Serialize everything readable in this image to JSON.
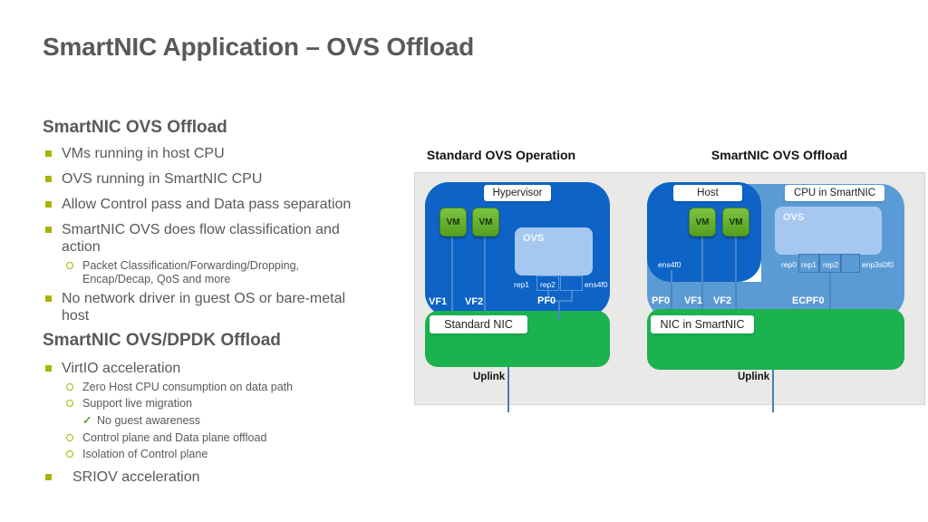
{
  "slide": {
    "title": "SmartNIC Application – OVS Offload"
  },
  "left": {
    "items": [
      {
        "text": "SmartNIC OVS Offload"
      },
      {
        "text": "VMs running in host CPU"
      },
      {
        "text": "OVS running in SmartNIC CPU"
      },
      {
        "text": "Allow Control pass and Data pass separation"
      },
      {
        "text": "SmartNIC OVS does flow classification and\naction"
      },
      {
        "text": "Packet Classification/Forwarding/Dropping,\nEncap/Decap, QoS and more"
      },
      {
        "text": "No network driver in guest OS or bare-metal\nhost"
      },
      {
        "text": "SmartNIC OVS/DPDK Offload"
      },
      {
        "text": "VirtIO acceleration"
      },
      {
        "text": "Zero Host CPU consumption on data path"
      },
      {
        "text": "Support live migration"
      },
      {
        "text": "No guest awareness",
        "check": "✓"
      },
      {
        "text": "Control plane and Data plane offload"
      },
      {
        "text": "Isolation of Control plane"
      },
      {
        "text": "SRIOV acceleration"
      }
    ]
  },
  "diagrams": {
    "left": {
      "header": "Standard OVS Operation",
      "hypervisor_label": "Hypervisor",
      "vm1": "VM",
      "vm2": "VM",
      "ovs_label": "OVS",
      "rep1": "rep1",
      "rep2": "rep2",
      "ens4f0": "ens4f0",
      "vf1": "VF1",
      "vf2": "VF2",
      "pf0": "PF0",
      "nic_label": "Standard NIC",
      "uplink": "Uplink"
    },
    "right": {
      "header": "SmartNIC OVS Offload",
      "host_label": "Host",
      "cpu_label": "CPU in SmartNIC",
      "vm1": "VM",
      "vm2": "VM",
      "ovs_label": "OVS",
      "ens4f0": "ens4f0",
      "rep0": "rep0",
      "rep1": "rep1",
      "rep2": "rep2",
      "enp3s0f0": "enp3s0f0",
      "pf0": "PF0",
      "vf1": "VF1",
      "vf2": "VF2",
      "ecpf0": "ECPF0",
      "nic_label": "NIC in SmartNIC",
      "uplink": "Uplink"
    }
  },
  "colors": {
    "dark_blue": "#0d63c6",
    "medium_blue": "#5b9bd5",
    "light_blue": "#a6c8f0",
    "nic_green": "#1cb24f",
    "vm_green": "#55a01f",
    "bullet_olive": "#a8b400",
    "check_green": "#5fa832",
    "text_gray": "#595959",
    "panel_gray": "#e9e9e7"
  }
}
